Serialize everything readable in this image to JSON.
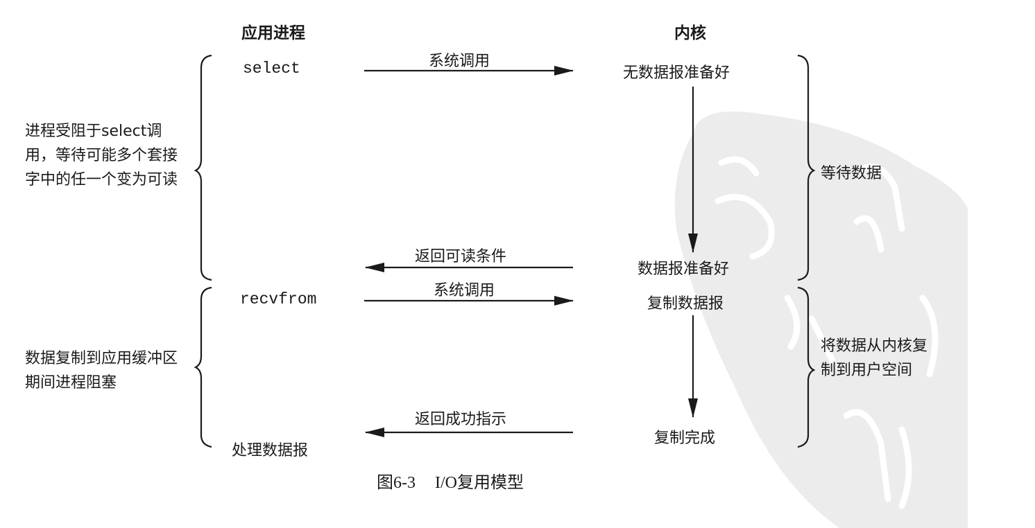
{
  "figure": {
    "caption_number": "图6-3",
    "caption_title": "I/O复用模型"
  },
  "columns": {
    "app": "应用进程",
    "kernel": "内核"
  },
  "app_steps": {
    "select": "select",
    "recvfrom": "recvfrom",
    "process": "处理数据报"
  },
  "kernel_steps": {
    "no_data": "无数据报准备好",
    "data_ready": "数据报准备好",
    "copy_data": "复制数据报",
    "copy_done": "复制完成"
  },
  "arrows": {
    "syscall_1": "系统调用",
    "return_readable": "返回可读条件",
    "syscall_2": "系统调用",
    "return_success": "返回成功指示"
  },
  "left_notes": {
    "blocked_select": "进程受阻于select调用，等待可能多个套接字中的任一个变为可读",
    "blocked_copy": "数据复制到应用缓冲区期间进程阻塞"
  },
  "right_notes": {
    "wait_data": "等待数据",
    "copy_to_user": "将数据从内核复制到用户空间"
  },
  "colors": {
    "ink": "#1a1a1a",
    "watermark": "#ececec"
  }
}
